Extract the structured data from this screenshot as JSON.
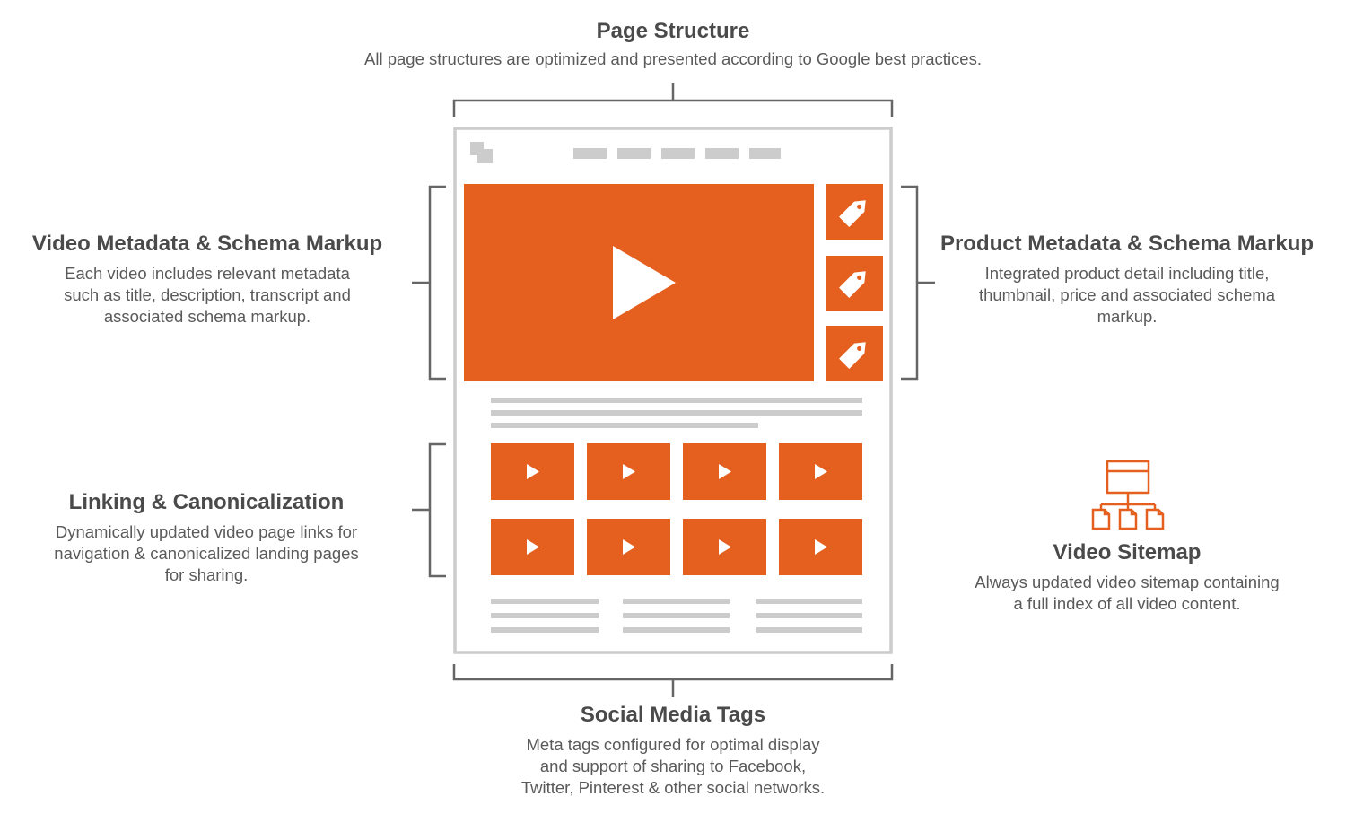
{
  "colors": {
    "accent": "#E5601E",
    "wireframe_border": "#cccccc",
    "wireframe_bar": "#cccccc",
    "bracket": "#666666",
    "text": "#4a4a4a"
  },
  "page_structure": {
    "title": "Page Structure",
    "description": "All page structures are optimized and presented according to Google best practices."
  },
  "video_metadata": {
    "title": "Video Metadata & Schema Markup",
    "description_lines": [
      "Each video includes relevant metadata",
      "such as title, description, transcript and",
      "associated schema markup."
    ]
  },
  "product_metadata": {
    "title": "Product Metadata & Schema Markup",
    "description_lines": [
      "Integrated product detail including title,",
      "thumbnail, price and associated schema",
      "markup."
    ]
  },
  "linking": {
    "title": "Linking & Canonicalization",
    "description_lines": [
      "Dynamically updated video page links for",
      "navigation & canonicalized landing pages",
      "for sharing."
    ]
  },
  "video_sitemap": {
    "title": "Video Sitemap",
    "description_lines": [
      "Always updated video sitemap containing",
      "a full index of all video content."
    ],
    "icon": "sitemap-icon"
  },
  "social_media": {
    "title": "Social Media Tags",
    "description_lines": [
      "Meta tags configured for optimal display",
      "and support of sharing to Facebook,",
      "Twitter, Pinterest & other social networks."
    ]
  },
  "wireframe": {
    "main_video_icon": "play-icon",
    "product_tag_icon": "price-tag-icon",
    "product_tag_count": 3,
    "thumbnail_rows": 2,
    "thumbnail_cols": 4
  }
}
